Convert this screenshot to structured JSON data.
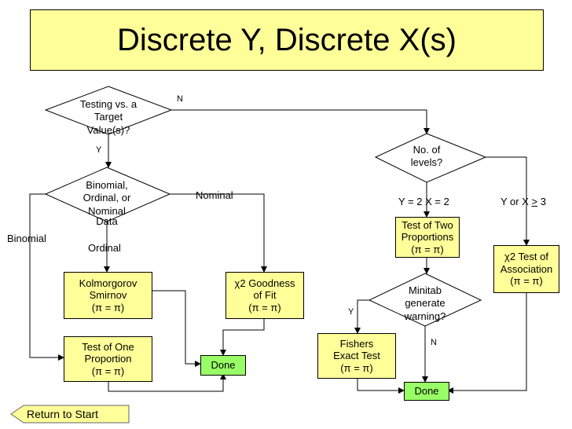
{
  "title": "Discrete Y, Discrete X(s)",
  "nodes": {
    "testing_vs_target": [
      "Testing vs. a",
      "Target",
      "Value(s)?"
    ],
    "data_type": [
      "Binomial,",
      "Ordinal, or",
      "Nominal",
      "Data"
    ],
    "kolmogorov": [
      "Kolmorgorov",
      "Smirnov",
      "(π = π)"
    ],
    "test_one_prop": [
      "Test of One",
      "Proportion",
      "(π = π)"
    ],
    "chi_goodness": [
      "χ2 Goodness",
      "of Fit",
      "(π = π)"
    ],
    "done_left": "Done",
    "num_levels": [
      "No. of",
      "levels?"
    ],
    "test_two_prop": [
      "Test of Two",
      "Proportions",
      "(π = π)"
    ],
    "chi_assoc": [
      "χ2 Test of",
      "Association",
      "(π = π)"
    ],
    "minitab": [
      "Minitab",
      "generate",
      "warning?"
    ],
    "fishers": [
      "Fishers",
      "Exact Test",
      "(π = π)"
    ],
    "done_right": "Done"
  },
  "edge_labels": {
    "n_top": "N",
    "y_left": "Y",
    "nominal": "Nominal",
    "binomial": "Binomial",
    "ordinal": "Ordinal",
    "y2x2": "Y = 2 X = 2",
    "yorx_prefix": "Y or X ",
    "yorx_ge": ">",
    "yorx_suffix": " 3",
    "y_minitab": "Y",
    "n_minitab": "N"
  },
  "return_button": "Return to Start"
}
